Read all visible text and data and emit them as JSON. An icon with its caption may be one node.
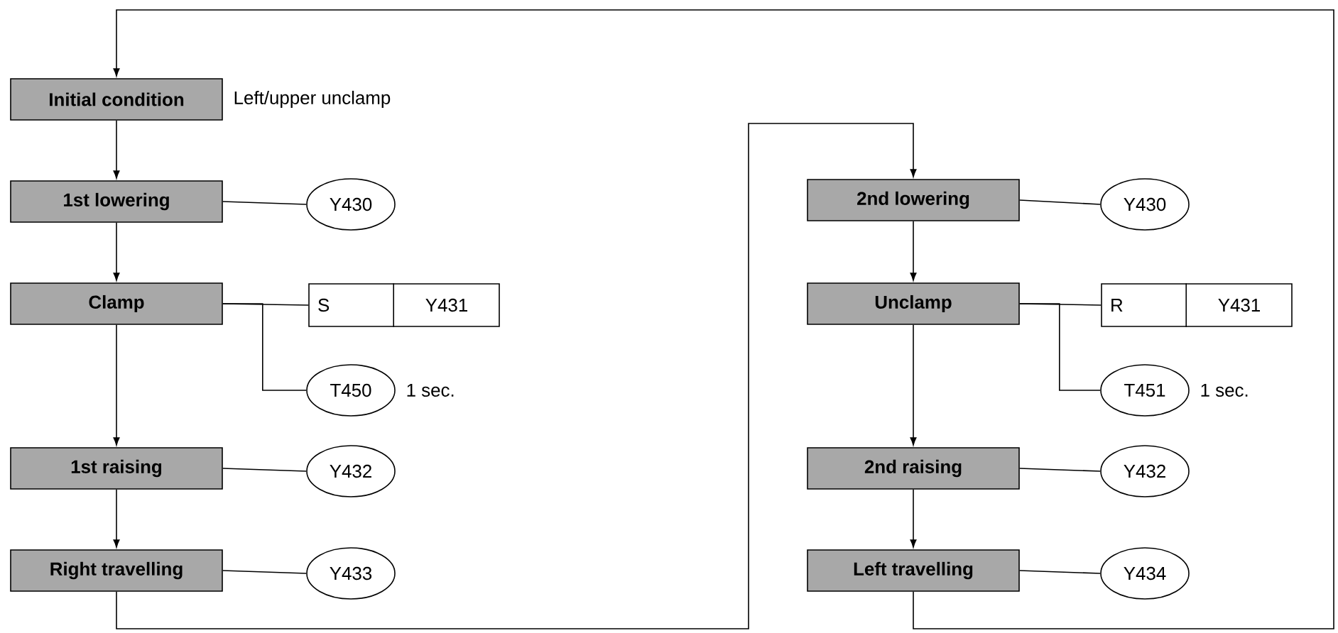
{
  "diagram": {
    "nodes": [
      {
        "text": [
          "Initial condition"
        ],
        "beside": [
          "Left/upper unclamp"
        ]
      },
      {
        "text": [
          "1st lowering"
        ]
      },
      {
        "text": [
          "Y430"
        ]
      },
      {
        "text": [
          "Clamp"
        ]
      },
      {
        "text": [
          "S",
          "Y431"
        ]
      },
      {
        "text": [
          "T450"
        ],
        "beside": [
          "1 sec."
        ]
      },
      {
        "text": [
          "1st raising"
        ]
      },
      {
        "text": [
          "Y432"
        ]
      },
      {
        "text": [
          "Right travelling"
        ]
      },
      {
        "text": [
          "Y433"
        ]
      },
      {
        "text": [
          "2nd lowering"
        ]
      },
      {
        "text": [
          "Y430"
        ]
      },
      {
        "text": [
          "Unclamp"
        ]
      },
      {
        "text": [
          "R",
          "Y431"
        ]
      },
      {
        "text": [
          "T451"
        ],
        "beside": [
          "1 sec."
        ]
      },
      {
        "text": [
          "2nd raising"
        ]
      },
      {
        "text": [
          "Y432"
        ]
      },
      {
        "text": [
          "Left travelling"
        ]
      },
      {
        "text": [
          "Y434"
        ]
      }
    ],
    "edges": [
      {
        "from": 0,
        "to": 1,
        "arrow": "to"
      },
      {
        "from": 1,
        "to": 3,
        "arrow": "to"
      },
      {
        "from": 3,
        "to": 6,
        "arrow": "to"
      },
      {
        "from": 6,
        "to": 8,
        "arrow": "to"
      },
      {
        "from": 8,
        "to": 10,
        "arrow": "to"
      },
      {
        "from": 10,
        "to": 12,
        "arrow": "to"
      },
      {
        "from": 12,
        "to": 15,
        "arrow": "to"
      },
      {
        "from": 15,
        "to": 17,
        "arrow": "to"
      },
      {
        "from": 17,
        "to": 0,
        "arrow": "to"
      },
      {
        "from": 1,
        "to": 2,
        "arrow": "none"
      },
      {
        "from": 3,
        "to": 4,
        "arrow": "none"
      },
      {
        "from": 3,
        "to": 5,
        "arrow": "none"
      },
      {
        "from": 6,
        "to": 7,
        "arrow": "none"
      },
      {
        "from": 8,
        "to": 9,
        "arrow": "none"
      },
      {
        "from": 10,
        "to": 11,
        "arrow": "none"
      },
      {
        "from": 12,
        "to": 13,
        "arrow": "none"
      },
      {
        "from": 12,
        "to": 14,
        "arrow": "none"
      },
      {
        "from": 15,
        "to": 16,
        "arrow": "none"
      },
      {
        "from": 17,
        "to": 18,
        "arrow": "none"
      }
    ]
  }
}
